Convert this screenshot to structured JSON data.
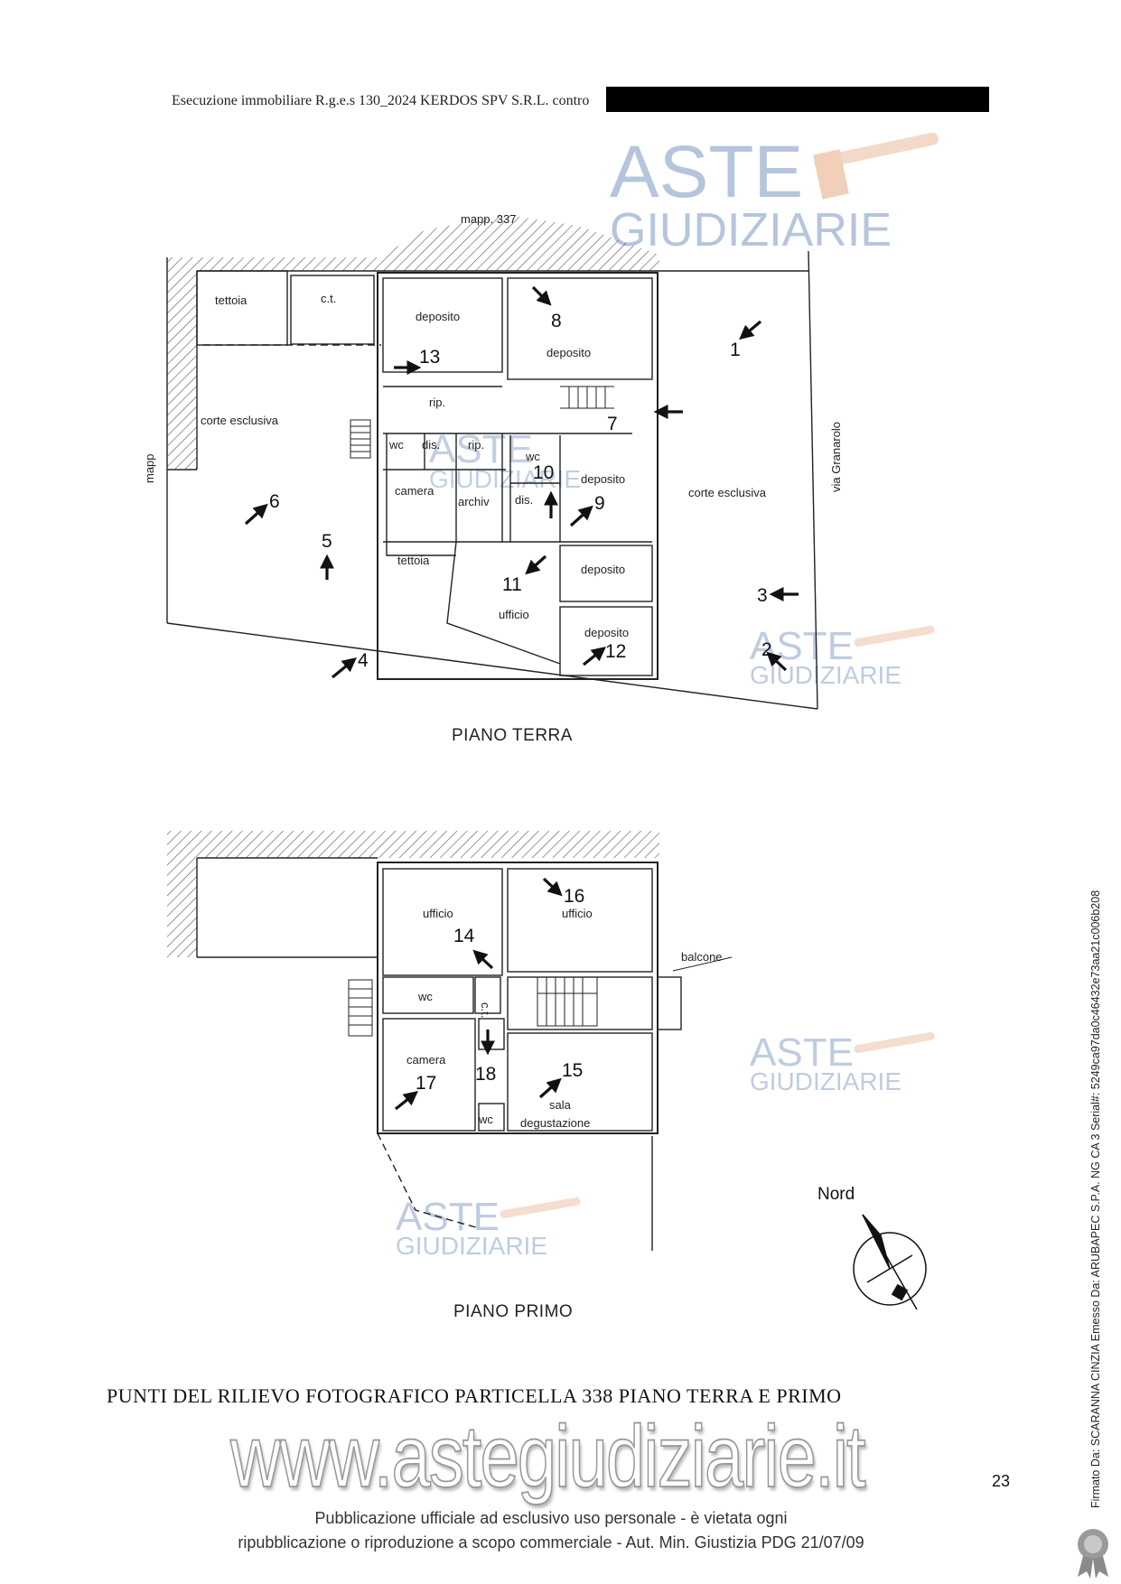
{
  "header": {
    "text": "Esecuzione immobiliare R.g.e.s 130_2024 KERDOS SPV S.R.L. contro"
  },
  "watermark": {
    "line1": "ASTE",
    "line2": "GIUDIZIARIE",
    "color": "#a9bbd6"
  },
  "ground_floor": {
    "title": "PIANO TERRA",
    "neighbor_top": "mapp. 337",
    "neighbor_left": "mapp",
    "street": "via Granarolo",
    "rooms": {
      "tettoia_nw": "tettoia",
      "ct": "c.t.",
      "deposito_1": "deposito",
      "deposito_2": "deposito",
      "rip_1": "rip.",
      "corte_left": "corte esclusiva",
      "wc_1": "wc",
      "dis_1": "dis.",
      "rip_2": "rip.",
      "wc_2": "wc",
      "deposito_3": "deposito",
      "corte_right": "corte esclusiva",
      "camera": "camera",
      "archiv": "archiv",
      "dis_2": "dis.",
      "tettoia_s": "tettoia",
      "deposito_4": "deposito",
      "ufficio": "ufficio",
      "deposito_5": "deposito"
    },
    "points": [
      "1",
      "2",
      "3",
      "4",
      "5",
      "6",
      "7",
      "8",
      "9",
      "10",
      "11",
      "12",
      "13"
    ]
  },
  "first_floor": {
    "title": "PIANO PRIMO",
    "rooms": {
      "ufficio_1": "ufficio",
      "ufficio_2": "ufficio",
      "balcone": "balcone",
      "wc_1": "wc",
      "ct": "c.t.",
      "camera": "camera",
      "sala": "sala",
      "degustazione": "degustazione",
      "wc_2": "wc"
    },
    "points": [
      "14",
      "15",
      "16",
      "17",
      "18"
    ]
  },
  "compass": {
    "label": "Nord"
  },
  "caption": "PUNTI DEL RILIEVO FOTOGRAFICO PARTICELLA 338 PIANO TERRA E  PRIMO",
  "website": "www.astegiudiziarie.it",
  "page_number": "23",
  "footer": {
    "line1": "Pubblicazione ufficiale ad esclusivo uso personale - è vietata ogni",
    "line2": "ripubblicazione o riproduzione a scopo commerciale - Aut. Min. Giustizia PDG 21/07/09"
  },
  "signature_sidebar": "Firmato Da: SCARANNA CINZIA Emesso Da: ARUBAPEC S.P.A. NG CA 3 Serial#: 5249ca97da0c46432e73aa21c006b208"
}
